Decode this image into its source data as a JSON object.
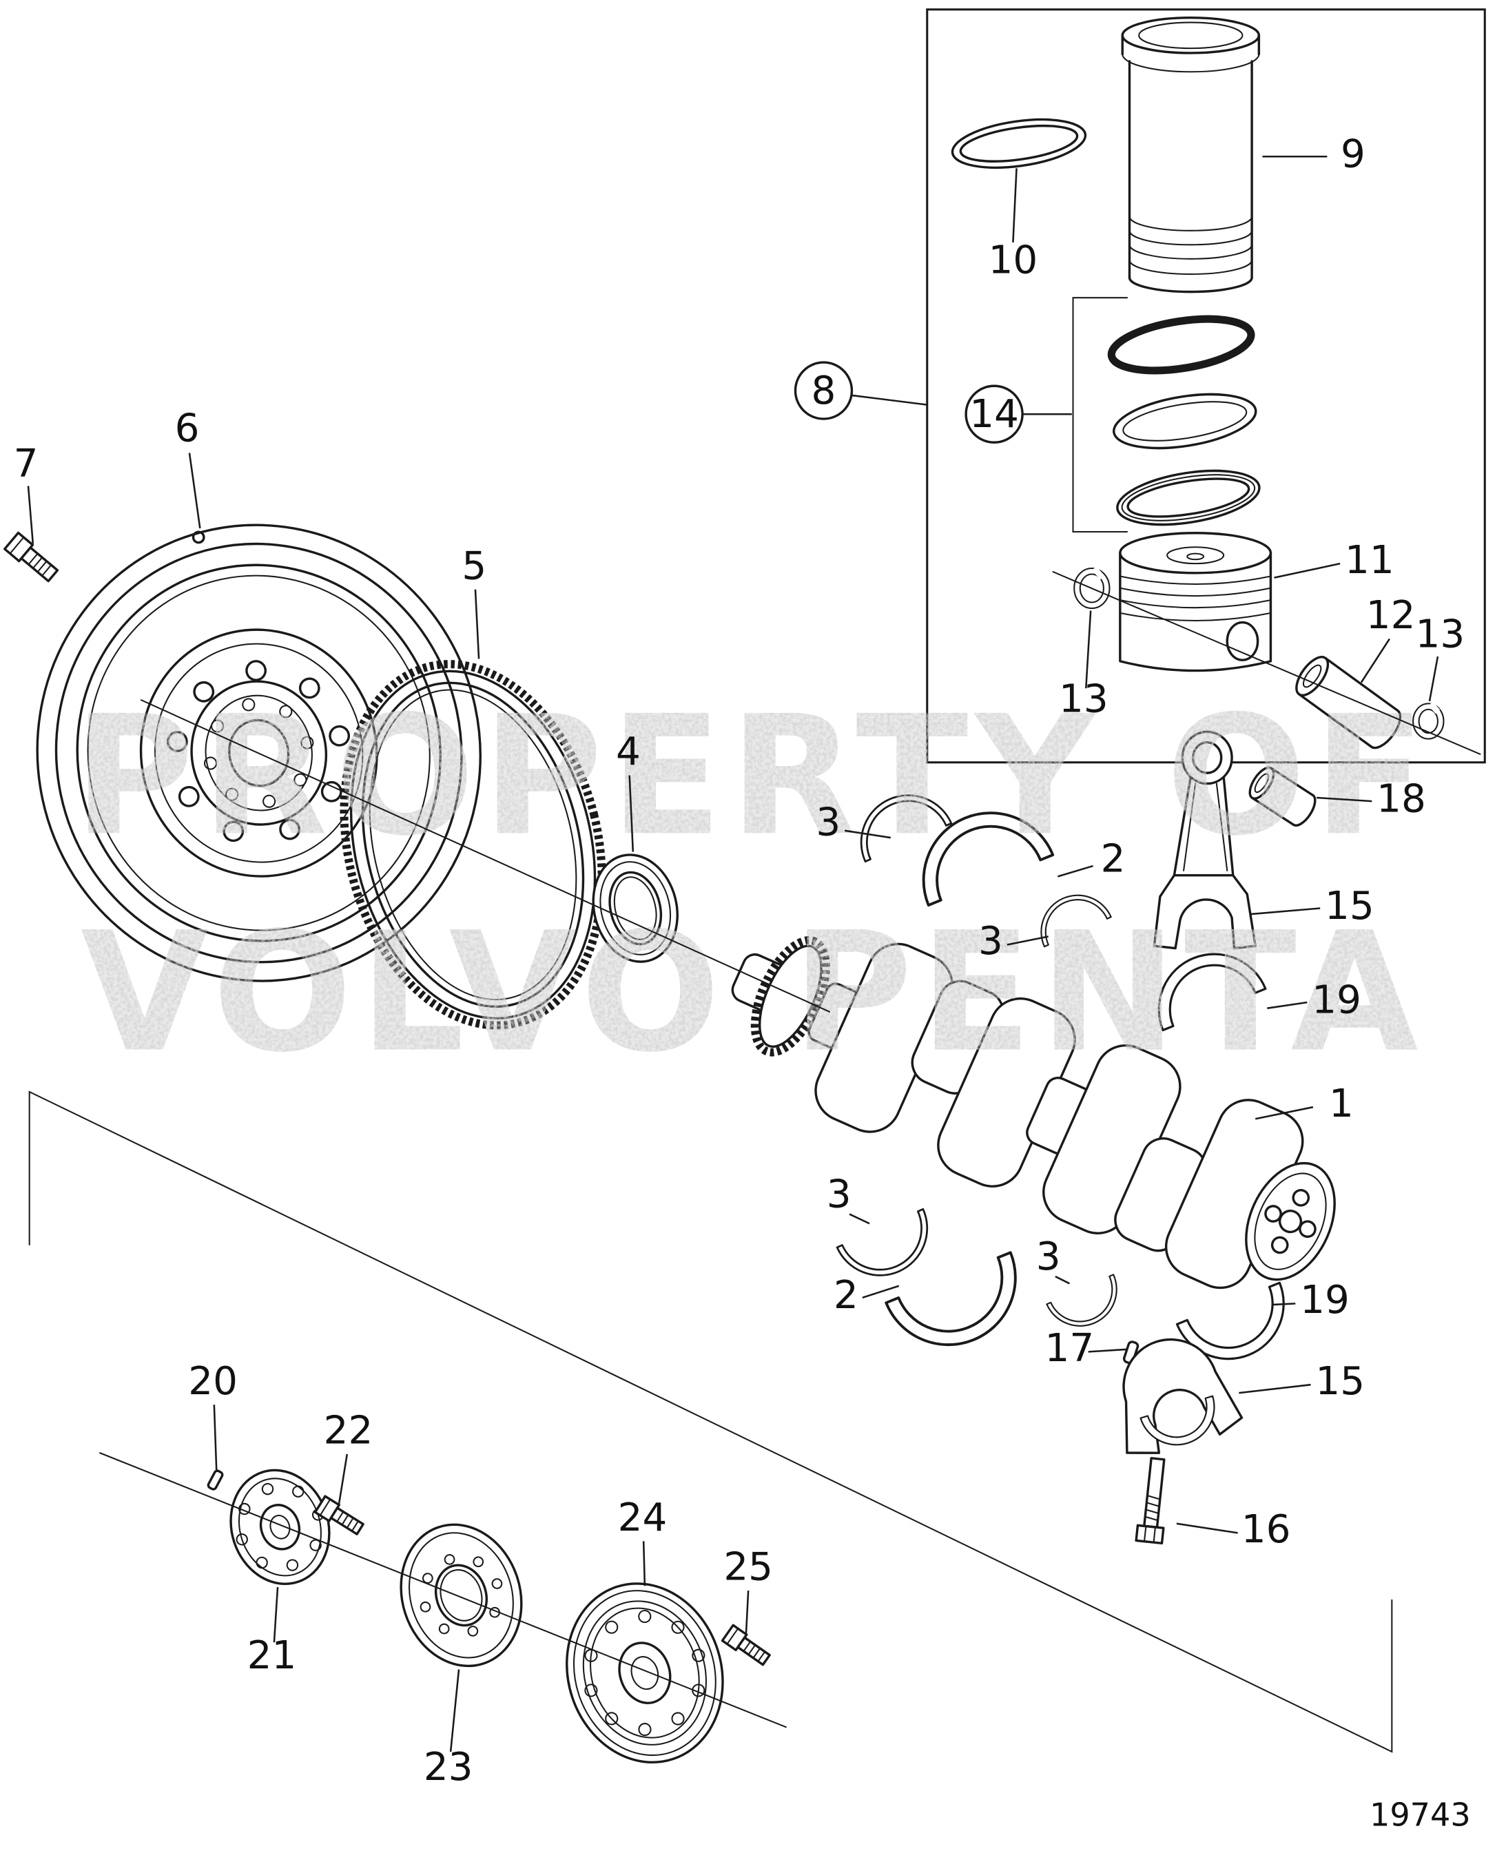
{
  "watermark": {
    "line1": "PROPERTY OF",
    "line2": "VOLVO PENTA",
    "color": "#b5b5b5"
  },
  "drawing_number": "19743",
  "colors": {
    "ink": "#1a1a1a",
    "background": "#ffffff",
    "watermark": "#b5b5b5"
  },
  "diagram": {
    "callouts": [
      {
        "text": "7"
      },
      {
        "text": "6"
      },
      {
        "text": "5"
      },
      {
        "text": "4"
      },
      {
        "text": "8"
      },
      {
        "text": "9"
      },
      {
        "text": "10"
      },
      {
        "text": "14"
      },
      {
        "text": "11"
      },
      {
        "text": "12"
      },
      {
        "text": "13"
      },
      {
        "text": "13"
      },
      {
        "text": "18"
      },
      {
        "text": "15"
      },
      {
        "text": "2"
      },
      {
        "text": "3"
      },
      {
        "text": "3"
      },
      {
        "text": "19"
      },
      {
        "text": "1"
      },
      {
        "text": "3"
      },
      {
        "text": "2"
      },
      {
        "text": "3"
      },
      {
        "text": "19"
      },
      {
        "text": "17"
      },
      {
        "text": "15"
      },
      {
        "text": "16"
      },
      {
        "text": "20"
      },
      {
        "text": "21"
      },
      {
        "text": "22"
      },
      {
        "text": "23"
      },
      {
        "text": "24"
      },
      {
        "text": "25"
      }
    ]
  }
}
